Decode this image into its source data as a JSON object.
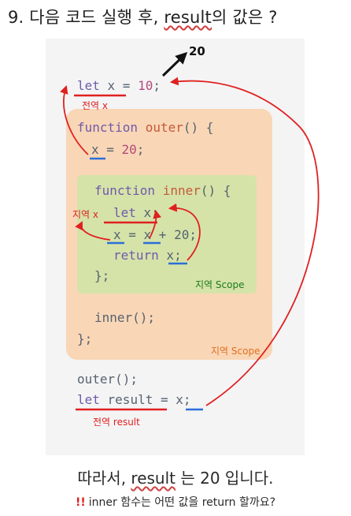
{
  "question": {
    "prefix": "9. 다음 코드 실행 후, ",
    "keyword": "result",
    "suffix": "의 값은 ?"
  },
  "code": {
    "line_let_x_kw": "let",
    "line_let_x_rest": " x = ",
    "line_let_x_num": "10",
    "line_let_x_end": ";",
    "outer_decl_kw": "function",
    "outer_decl_name": " outer",
    "outer_decl_rest": "() {",
    "outer_assign_pre": "x = ",
    "outer_assign_num": "20",
    "outer_assign_end": ";",
    "inner_decl_kw": "function",
    "inner_decl_name": " inner",
    "inner_decl_rest": "() {",
    "inner_let_kw": "let",
    "inner_let_rest": " x;",
    "inner_assign": "x = x + 20;",
    "inner_return_kw": "return",
    "inner_return_rest": " x;",
    "inner_close": "};",
    "call_inner": "inner();",
    "outer_close": "};",
    "call_outer": "outer();",
    "let_result_kw": "let",
    "let_result_rest": " result = x;"
  },
  "annotations": {
    "global_x": "전역 x",
    "local_x": "지역 x",
    "global_result": "전역 result",
    "arrow_value": "20",
    "inner_scope_label": "지역 Scope",
    "outer_scope_label": "지역 Scope"
  },
  "colors": {
    "outer_scope": "#f9d6b6",
    "inner_scope": "#d5e3a9",
    "annotation_red": "#e02020",
    "underline_blue": "#2a6fd6",
    "inner_scope_label": "#1d7a1d",
    "outer_scope_label": "#e07020"
  },
  "answer": {
    "prefix": "따라서, ",
    "keyword": "result",
    "suffix": " 는 20 입니다."
  },
  "followup": {
    "icon": "!!",
    "text": "inner 함수는 어떤 값을 return 할까요?"
  }
}
